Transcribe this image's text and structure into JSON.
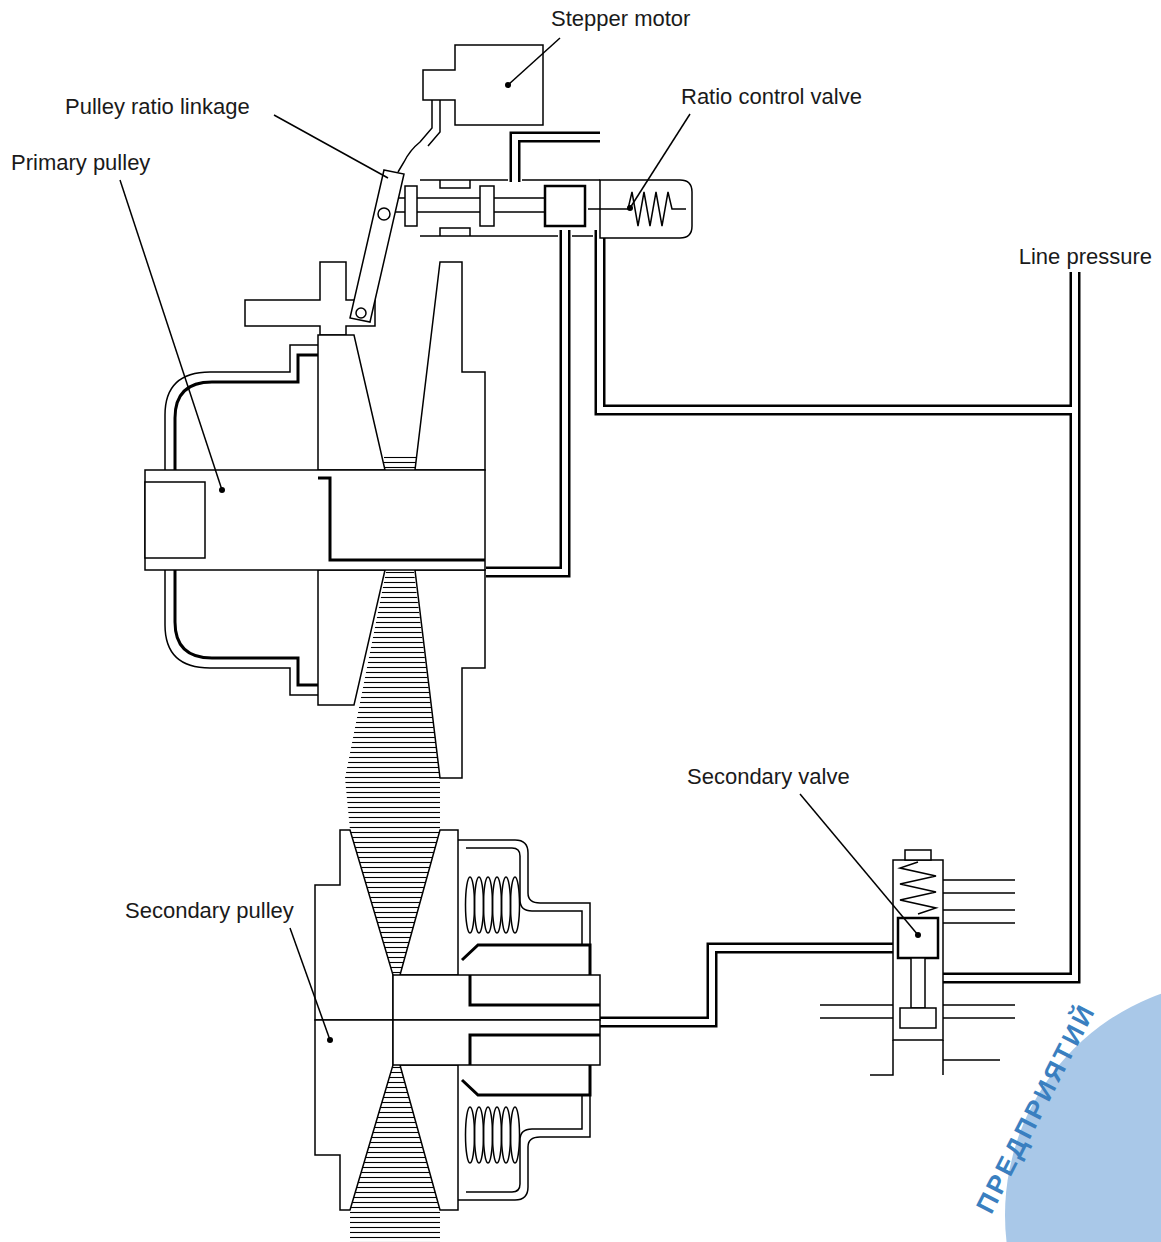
{
  "diagram": {
    "labels": [
      "Stepper motor",
      "Pulley ratio linkage",
      "Ratio control valve",
      "Line pressure",
      "Primary pulley",
      "Secondary valve",
      "Secondary pulley",
      "ПРЕДПРИЯТИЙ"
    ]
  }
}
